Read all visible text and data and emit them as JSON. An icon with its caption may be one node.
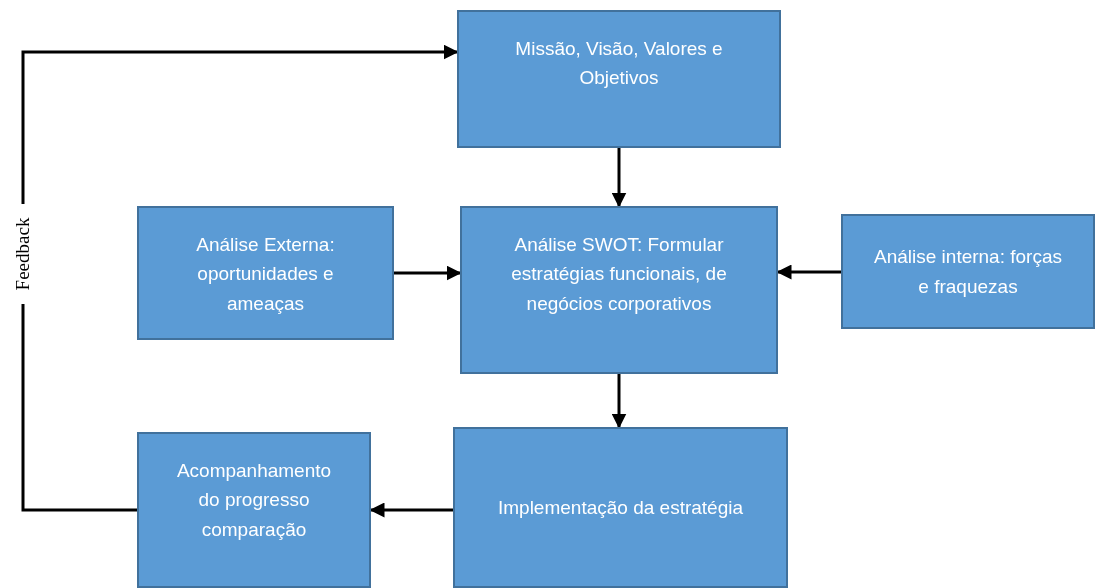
{
  "diagram": {
    "nodes": [
      {
        "text": [
          "Missão, Visão, Valores e Objetivos"
        ]
      },
      {
        "text": [
          "Análise Externa: oportunidades e ameaças"
        ]
      },
      {
        "text": [
          "Análise SWOT: Formular estratégias funcionais, de negócios corporativos"
        ]
      },
      {
        "text": [
          "Análise interna: forças e fraquezas"
        ]
      },
      {
        "text": [
          "Acompanhamento do progresso comparação"
        ]
      },
      {
        "text": [
          "Implementação da estratégia"
        ]
      }
    ],
    "edges": [
      {
        "from": 0,
        "to": 2,
        "arrow": "to"
      },
      {
        "from": 1,
        "to": 2,
        "arrow": "to"
      },
      {
        "from": 3,
        "to": 2,
        "arrow": "to"
      },
      {
        "from": 2,
        "to": 5,
        "arrow": "to"
      },
      {
        "from": 5,
        "to": 4,
        "arrow": "to"
      },
      {
        "from": 4,
        "to": 0,
        "arrow": "to",
        "label": "Feedback"
      }
    ]
  }
}
